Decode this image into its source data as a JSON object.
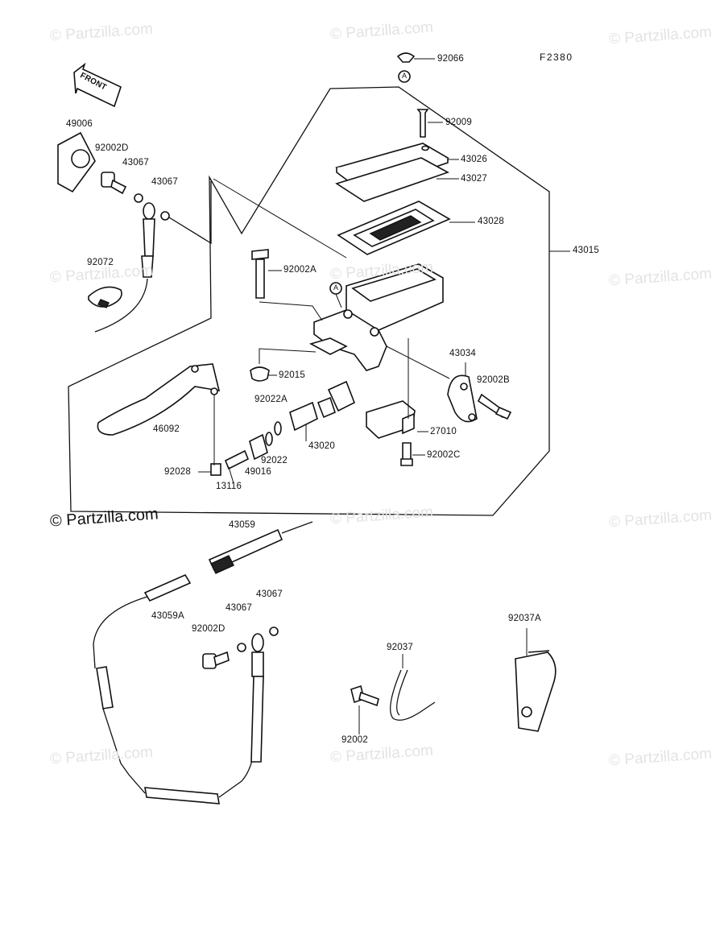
{
  "watermark": "© Partzilla.com",
  "figure_code": "F2380",
  "front_label": "FRONT",
  "ref_marker": "A",
  "part_numbers": {
    "p92066": "92066",
    "p92009": "92009",
    "p43026": "43026",
    "p43027": "43027",
    "p43028": "43028",
    "p43015": "43015",
    "p49006": "49006",
    "p92002D_top": "92002D",
    "p43067_a": "43067",
    "p43067_b": "43067",
    "p92072": "92072",
    "p92002A": "92002A",
    "p43034": "43034",
    "p92002B": "92002B",
    "p92015": "92015",
    "p92022A": "92022A",
    "p27010": "27010",
    "p46092": "46092",
    "p43020": "43020",
    "p92022": "92022",
    "p92002C": "92002C",
    "p92028": "92028",
    "p49016": "49016",
    "p13116": "13116",
    "p43059": "43059",
    "p43059A": "43059A",
    "p43067_c": "43067",
    "p43067_d": "43067",
    "p92002D_bot": "92002D",
    "p92037A": "92037A",
    "p92037": "92037",
    "p92002": "92002"
  }
}
